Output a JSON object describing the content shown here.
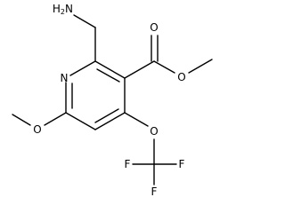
{
  "molecule": {
    "atoms": {
      "amine": "H2N",
      "ring_nitrogen": "N",
      "carbonyl_oxygen": "O",
      "ester_oxygen": "O",
      "methoxy_oxygen": "O",
      "trifluoromethoxy_oxygen": "O",
      "fluorine_left": "F",
      "fluorine_right": "F",
      "fluorine_bottom": "F"
    }
  }
}
